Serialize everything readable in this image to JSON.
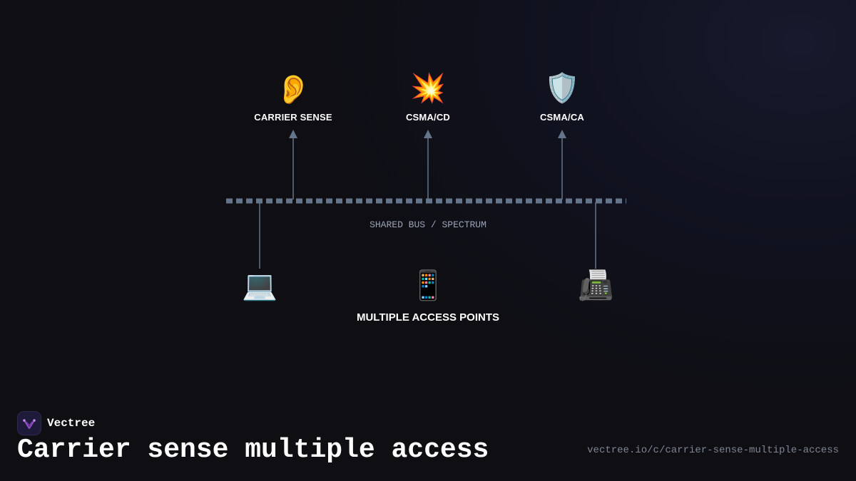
{
  "diagram": {
    "protocols": [
      {
        "icon": "ear-icon",
        "glyph": "👂",
        "label": "CARRIER SENSE"
      },
      {
        "icon": "collision-icon",
        "glyph": "💥",
        "label": "CSMA/CD"
      },
      {
        "icon": "shield-icon",
        "glyph": "🛡️",
        "label": "CSMA/CA"
      }
    ],
    "bus_label": "SHARED BUS / SPECTRUM",
    "devices": [
      {
        "icon": "laptop-icon",
        "glyph": "💻"
      },
      {
        "icon": "mobile-phone-icon",
        "glyph": "📱"
      },
      {
        "icon": "fax-machine-icon",
        "glyph": "📠"
      }
    ],
    "access_label": "MULTIPLE ACCESS POINTS"
  },
  "footer": {
    "brand": "Vectree",
    "title": "Carrier sense multiple access",
    "url": "vectree.io/c/carrier-sense-multiple-access"
  },
  "colors": {
    "bus": "#64748b",
    "connector": "#64748b",
    "label_muted": "#9aa4b6",
    "logo_accent": "#9b4dca"
  }
}
